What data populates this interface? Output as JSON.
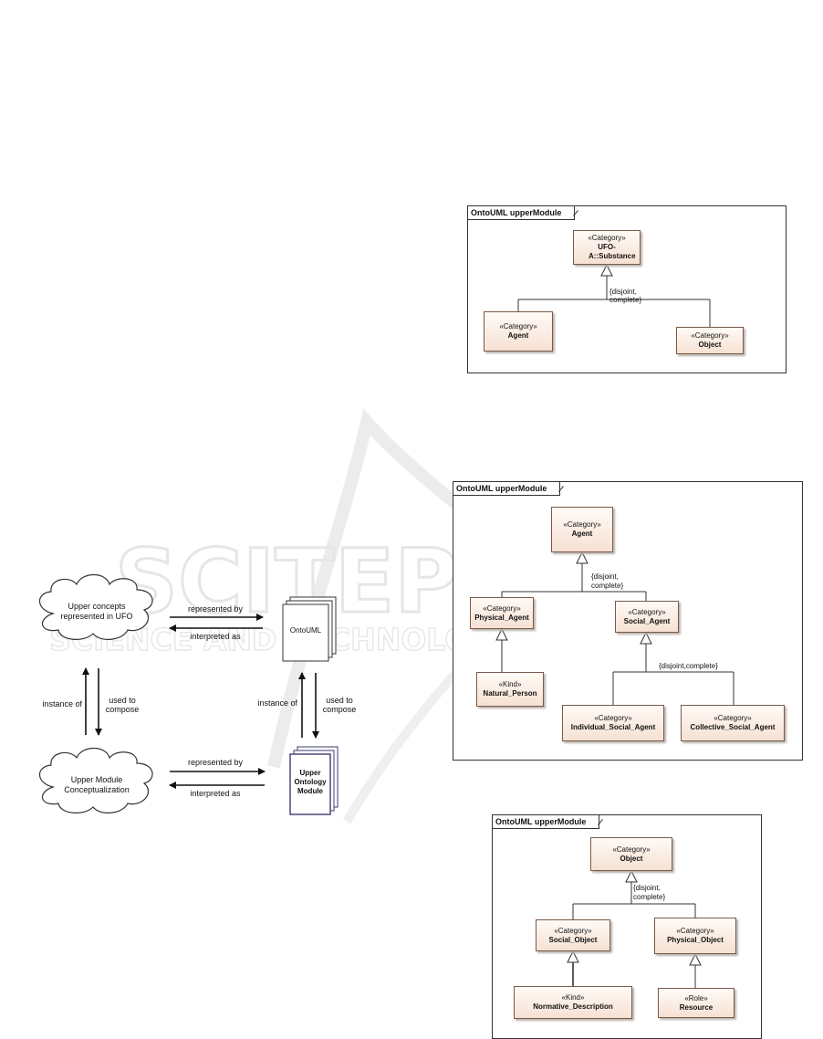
{
  "left_figure": {
    "cloud_top": "Upper concepts represented in UFO",
    "cloud_bottom": "Upper Module Conceptualization",
    "doc_top": "OntoUML",
    "doc_bottom": "Upper Ontology Module",
    "top_represented": "represented by",
    "top_interpreted": "interpreted as",
    "bottom_represented": "represented by",
    "bottom_interpreted": "interpreted as",
    "left_instance": "instance of",
    "left_compose": "used to compose",
    "right_instance": "instance of",
    "right_compose": "used to compose"
  },
  "diagram1": {
    "frame": "OntoUML upperModule",
    "parent": {
      "stereotype": "«Category»",
      "name": "UFO-A::Substance"
    },
    "gs": "{disjoint, complete}",
    "left": {
      "stereotype": "«Category»",
      "name": "Agent"
    },
    "right": {
      "stereotype": "«Category»",
      "name": "Object"
    }
  },
  "diagram2": {
    "frame": "OntoUML upperModule",
    "top": {
      "stereotype": "«Category»",
      "name": "Agent"
    },
    "gs1": "{disjoint, complete}",
    "physical": {
      "stereotype": "«Category»",
      "name": "Physical_Agent"
    },
    "social": {
      "stereotype": "«Category»",
      "name": "Social_Agent"
    },
    "natural": {
      "stereotype": "«Kind»",
      "name": "Natural_Person"
    },
    "gs2": "{disjoint,complete}",
    "individual": {
      "stereotype": "«Category»",
      "name": "Individual_Social_Agent"
    },
    "collective": {
      "stereotype": "«Category»",
      "name": "Collective_Social_Agent"
    }
  },
  "diagram3": {
    "frame": "OntoUML upperModule",
    "top": {
      "stereotype": "«Category»",
      "name": "Object"
    },
    "gs": "{disjoint, complete}",
    "social": {
      "stereotype": "«Category»",
      "name": "Social_Object"
    },
    "physical": {
      "stereotype": "«Category»",
      "name": "Physical_Object"
    },
    "normative": {
      "stereotype": "«Kind»",
      "name": "Normative_Description"
    },
    "resource": {
      "stereotype": "«Role»",
      "name": "Resource"
    }
  },
  "watermark": {
    "line1": "SCITEPRESS",
    "line2": "SCIENCE AND TECHNOLOGY PUBLICATIONS"
  }
}
